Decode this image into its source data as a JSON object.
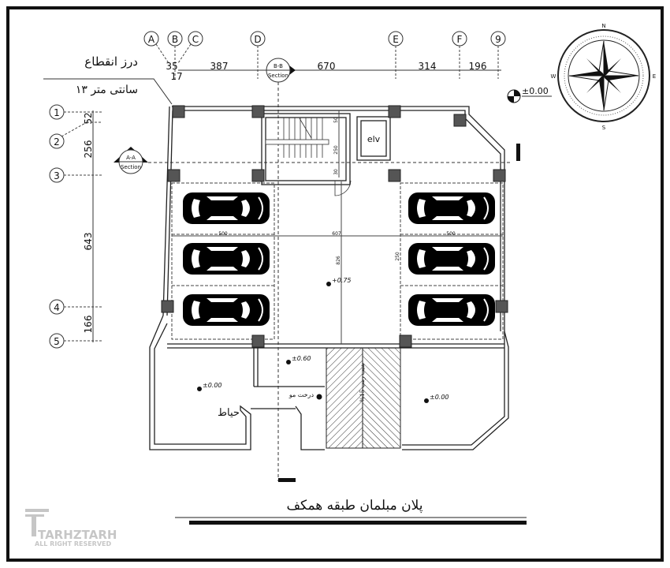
{
  "drawing": {
    "title": "پلان مبلمان طبقه همکف",
    "gap_label": "درز انقطاع",
    "gap_size": "۱۳ سانتی متر",
    "yard_label": "حیاط",
    "tree_label": "درخت مو",
    "elevator_label": "elv",
    "grid_cols": [
      "A",
      "B",
      "C",
      "D",
      "E",
      "F",
      "9"
    ],
    "grid_rows": [
      "1",
      "2",
      "3",
      "4",
      "5"
    ],
    "top_dims": [
      "35",
      "17",
      "387",
      "670",
      "314",
      "196"
    ],
    "left_dims": [
      "52",
      "256",
      "643",
      "166"
    ],
    "inner_dims": [
      "250",
      "607",
      "826",
      "500",
      "250",
      "500",
      "30",
      "50"
    ],
    "section_bb": {
      "code": "B-B",
      "label": "Section"
    },
    "section_aa": {
      "code": "A-A",
      "label": "Section"
    },
    "levels": {
      "entry": "±0.00",
      "parking": "+0.75",
      "ramp_top": "±0.60",
      "yard_left": "±0.00",
      "yard_right": "±0.00"
    },
    "ramp_text": "%15 شیب رمپ",
    "compass": {
      "n": "N",
      "e": "E",
      "s": "S",
      "w": "W"
    }
  },
  "logo": {
    "name": "TARHZTARH",
    "sub": "ALL RIGHT RESERVED"
  }
}
